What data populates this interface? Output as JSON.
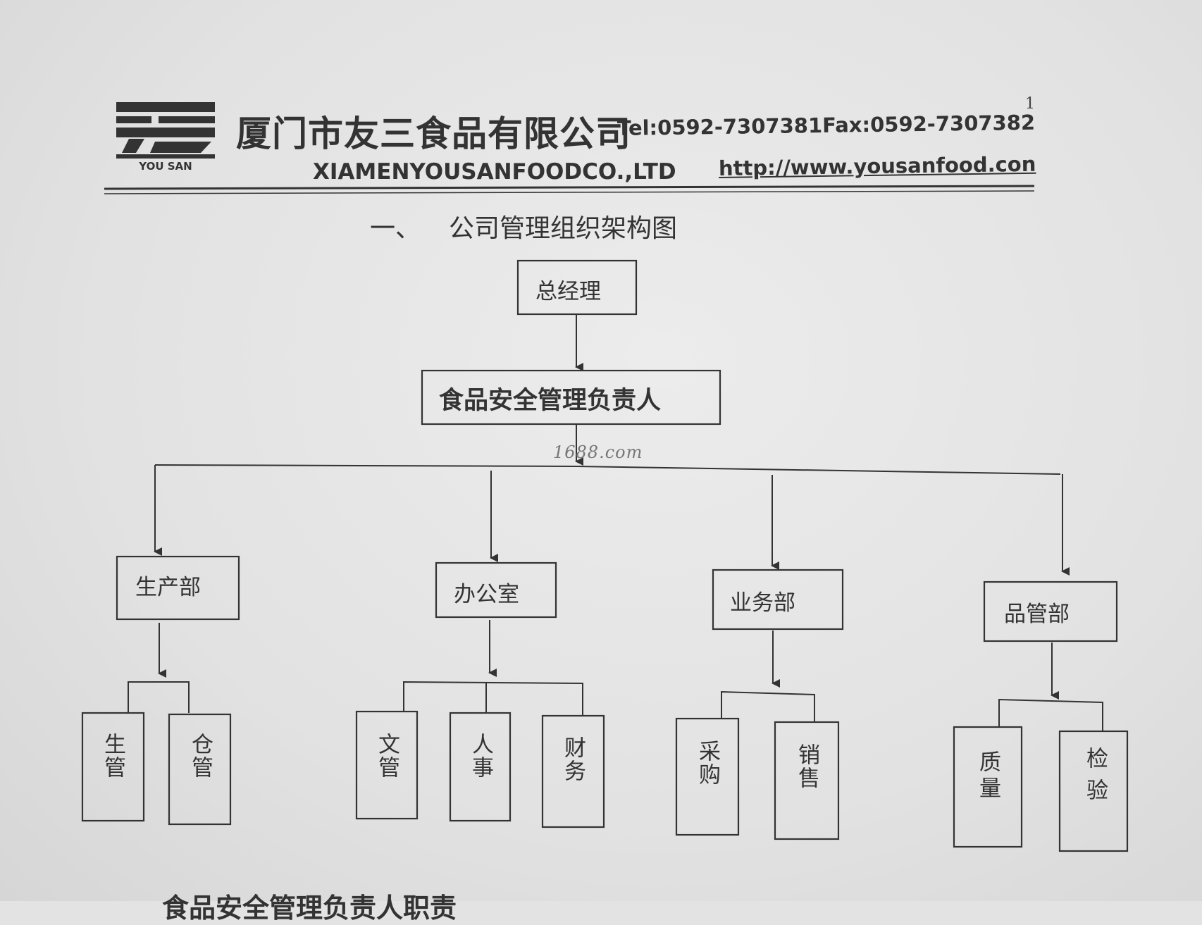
{
  "header": {
    "logo_text": "YOU SAN",
    "company_cn": "厦门市友三食品有限公司",
    "contact": "Tel:0592-7307381Fax:0592-7307382",
    "company_en": "XIAMENYOUSANFOODCO.,LTD",
    "website": "http://www.yousanfood.con",
    "page_number": "1"
  },
  "section": {
    "number": "一、",
    "title": "公司管理组织架构图"
  },
  "watermark": "1688.com",
  "chart": {
    "root": "总经理",
    "food_safety_manager": "食品安全管理负责人",
    "departments": [
      {
        "name": "生产部",
        "children": [
          "生管",
          "仓管"
        ]
      },
      {
        "name": "办公室",
        "children": [
          "文管",
          "人事",
          "财务"
        ]
      },
      {
        "name": "业务部",
        "children": [
          "采购",
          "销售"
        ]
      },
      {
        "name": "品管部",
        "children": [
          "质量",
          "检验"
        ]
      }
    ]
  },
  "footer": {
    "partial_text": "食品安全管理负责人职责"
  },
  "colors": {
    "paper": "#e3e3e3",
    "ink": "#333333"
  }
}
